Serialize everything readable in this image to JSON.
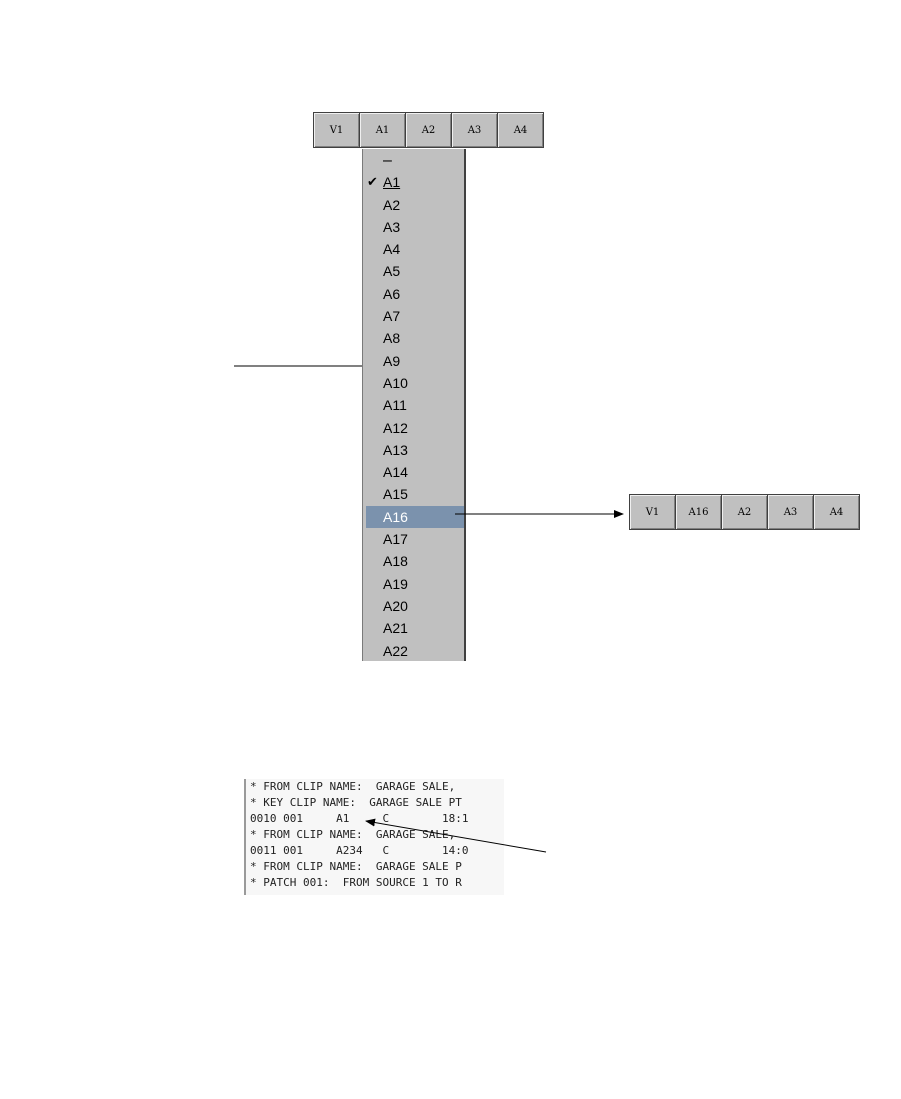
{
  "top_tracks": [
    "V1",
    "A1",
    "A2",
    "A3",
    "A4"
  ],
  "result_tracks": [
    "V1",
    "A16",
    "A2",
    "A3",
    "A4"
  ],
  "menu": {
    "items": [
      {
        "label": "–"
      },
      {
        "label": "A1",
        "checked": true
      },
      {
        "label": "A2"
      },
      {
        "label": "A3"
      },
      {
        "label": "A4"
      },
      {
        "label": "A5"
      },
      {
        "label": "A6"
      },
      {
        "label": "A7"
      },
      {
        "label": "A8"
      },
      {
        "label": "A9"
      },
      {
        "label": "A10"
      },
      {
        "label": "A11"
      },
      {
        "label": "A12"
      },
      {
        "label": "A13"
      },
      {
        "label": "A14"
      },
      {
        "label": "A15"
      },
      {
        "label": "A16",
        "selected": true
      },
      {
        "label": "A17"
      },
      {
        "label": "A18"
      },
      {
        "label": "A19"
      },
      {
        "label": "A20"
      },
      {
        "label": "A21"
      },
      {
        "label": "A22"
      }
    ]
  },
  "edl": {
    "lines": [
      "* FROM CLIP NAME:  GARAGE SALE,",
      "* KEY CLIP NAME:  GARAGE SALE PT",
      "0010 001     A1     C        18:1",
      "* FROM CLIP NAME:  GARAGE SALE,",
      "0011 001     A234   C        14:0",
      "* FROM CLIP NAME:  GARAGE SALE P",
      "* PATCH 001:  FROM SOURCE 1 TO R"
    ]
  }
}
